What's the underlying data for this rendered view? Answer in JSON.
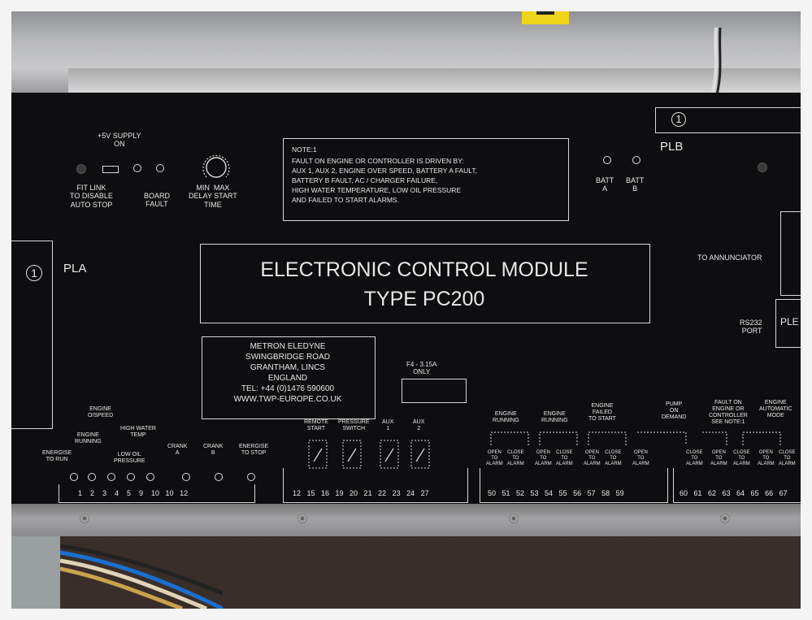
{
  "top_left": {
    "supply": "+5V SUPPLY\nON",
    "fit_link": "FIT LINK\nTO DISABLE\nAUTO STOP",
    "board_fault": "BOARD\nFAULT",
    "delay": "MIN  MAX\nDELAY START\nTIME"
  },
  "note": {
    "title": "NOTE:1",
    "lines": "FAULT ON ENGINE OR CONTROLLER IS DRIVEN BY:\nAUX 1, AUX 2, ENGINE OVER SPEED, BATTERY A FAULT,\nBATTERY B FAULT, AC / CHARGER FAILURE,\nHIGH WATER TEMPERATURE, LOW OIL PRESSURE\nAND FAILED TO START ALARMS."
  },
  "batt_a": "BATT\nA",
  "batt_b": "BATT\nB",
  "plb": {
    "num": "1",
    "label": "PLB"
  },
  "pla": {
    "num": "1",
    "label": "PLA"
  },
  "title": {
    "line1": "ELECTRONIC CONTROL MODULE",
    "line2": "TYPE PC200"
  },
  "annunciator": "TO ANNUNCIATOR",
  "rs232": "RS232\nPORT",
  "ple": "PLE",
  "address": "METRON ELEDYNE\nSWINGBRIDGE ROAD\nGRANTHAM, LINCS\nENGLAND\nTEL: +44 (0)1476 590600\nWWW.TWP-EUROPE.CO.UK",
  "fuse": "F4 - 3.15A\nONLY",
  "left_labels": {
    "energise_run": "ENERGISE\nTO RUN",
    "engine_running": "ENGINE\nRUNNING",
    "engine_overspeed": "ENGINE\nO/SPEED",
    "low_oil": "LOW OIL\nPRESSURE",
    "high_water": "HIGH WATER\nTEMP",
    "crank_a": "CRANK\nA",
    "crank_b": "CRANK\nB",
    "energise_stop": "ENERGISE\nTO STOP"
  },
  "left_terminals": "1    2    3    4    5    9    10   10   12",
  "mid_labels": {
    "remote_start": "REMOTE\nSTART",
    "pressure_switch": "PRESSURE\nSWITCH",
    "aux1": "AUX\n1",
    "aux2": "AUX\n2"
  },
  "mid_terminals": "12   15   16   19   20   21   22   23   24   27",
  "right_labels": {
    "engine_running_1": "ENGINE\nRUNNING",
    "engine_running_2": "ENGINE\nRUNNING",
    "engine_failed": "ENGINE\nFAILED\nTO START",
    "pump_demand": "PUMP\nON\nDEMAND",
    "fault_controller": "FAULT ON\nENGINE OR\nCONTROLLER\nSEE NOTE:1",
    "engine_auto": "ENGINE\nAUTOMATIC\nMODE"
  },
  "contacts": [
    "OPEN\nTO\nALARM",
    "CLOSE\nTO\nALARM",
    "OPEN\nTO\nALARM",
    "CLOSE\nTO\nALARM",
    "OPEN\nTO\nALARM",
    "CLOSE\nTO\nALARM",
    "OPEN\nTO\nALARM",
    "CLOSE\nTO\nALARM",
    "OPEN\nTO\nALARM",
    "CLOSE\nTO\nALARM",
    "OPEN\nTO\nALARM",
    "CLOSE\nTO\nALARM"
  ],
  "right_terminals_1": "50   51   52   53   54   55   56   57   58   59",
  "right_terminals_2": "60   61   62   63   64   65   66   67"
}
